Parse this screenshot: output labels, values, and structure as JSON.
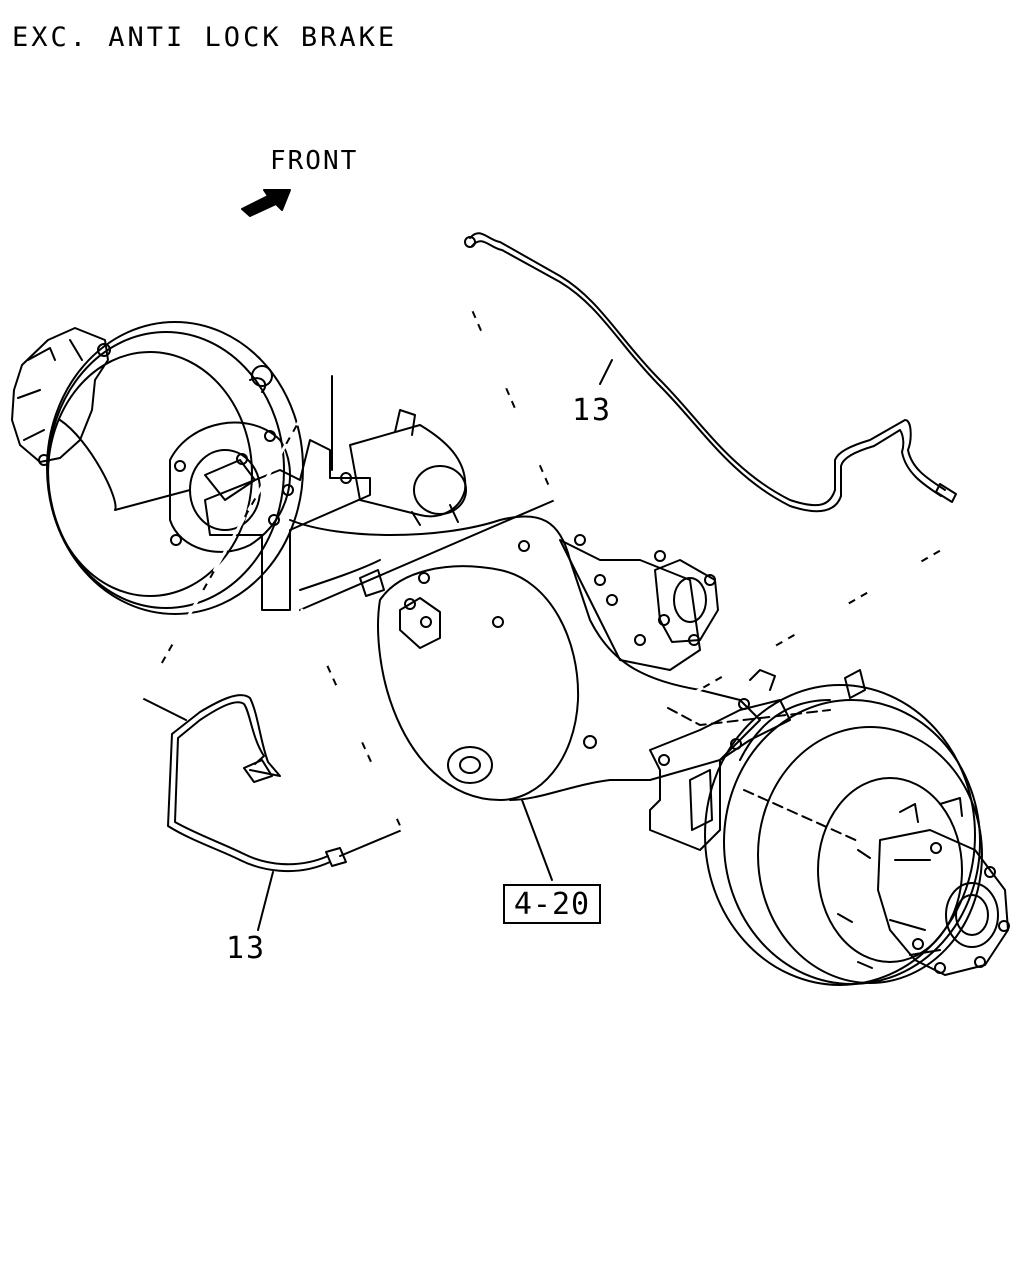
{
  "title": "EXC. ANTI LOCK BRAKE",
  "direction_label": "FRONT",
  "callouts": [
    {
      "id": "brake-pipe-upper",
      "text": "13"
    },
    {
      "id": "brake-pipe-lower",
      "text": "13"
    }
  ],
  "reference_box": "4-20",
  "colors": {
    "line": "#000000",
    "background": "#ffffff"
  }
}
